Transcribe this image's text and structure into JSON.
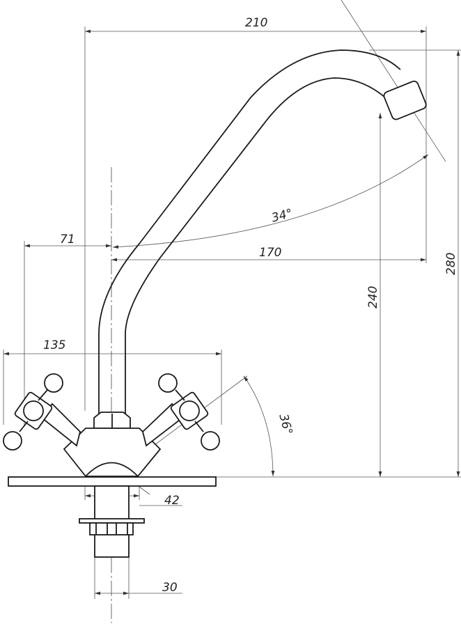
{
  "drawing": {
    "subject": "mixer-faucet",
    "dimensions": {
      "overall_reach": "210",
      "handle_offset": "71",
      "spout_reach": "170",
      "spout_angle": "34°",
      "handle_span": "135",
      "overall_height": "280",
      "spout_height": "240",
      "handle_angle": "36°",
      "body_diameter": "42",
      "shank_diameter": "30"
    },
    "line_color": "#1a1a1a"
  }
}
